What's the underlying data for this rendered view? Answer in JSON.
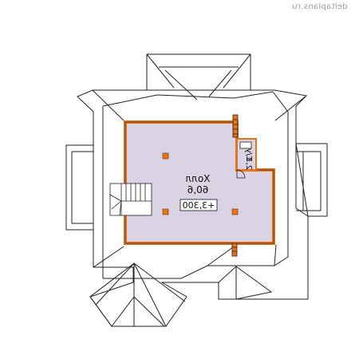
{
  "watermark": "deltaplans.ru",
  "hall": {
    "name": "Холл",
    "area": "60,6",
    "level": "+3,300"
  },
  "wc": {
    "name": "С/у",
    "area": "2,3"
  },
  "colors": {
    "wall": "#e8731a",
    "floor": "#d9d3e3",
    "roof_line": "#222222",
    "tile_mark": "#e8731a"
  }
}
